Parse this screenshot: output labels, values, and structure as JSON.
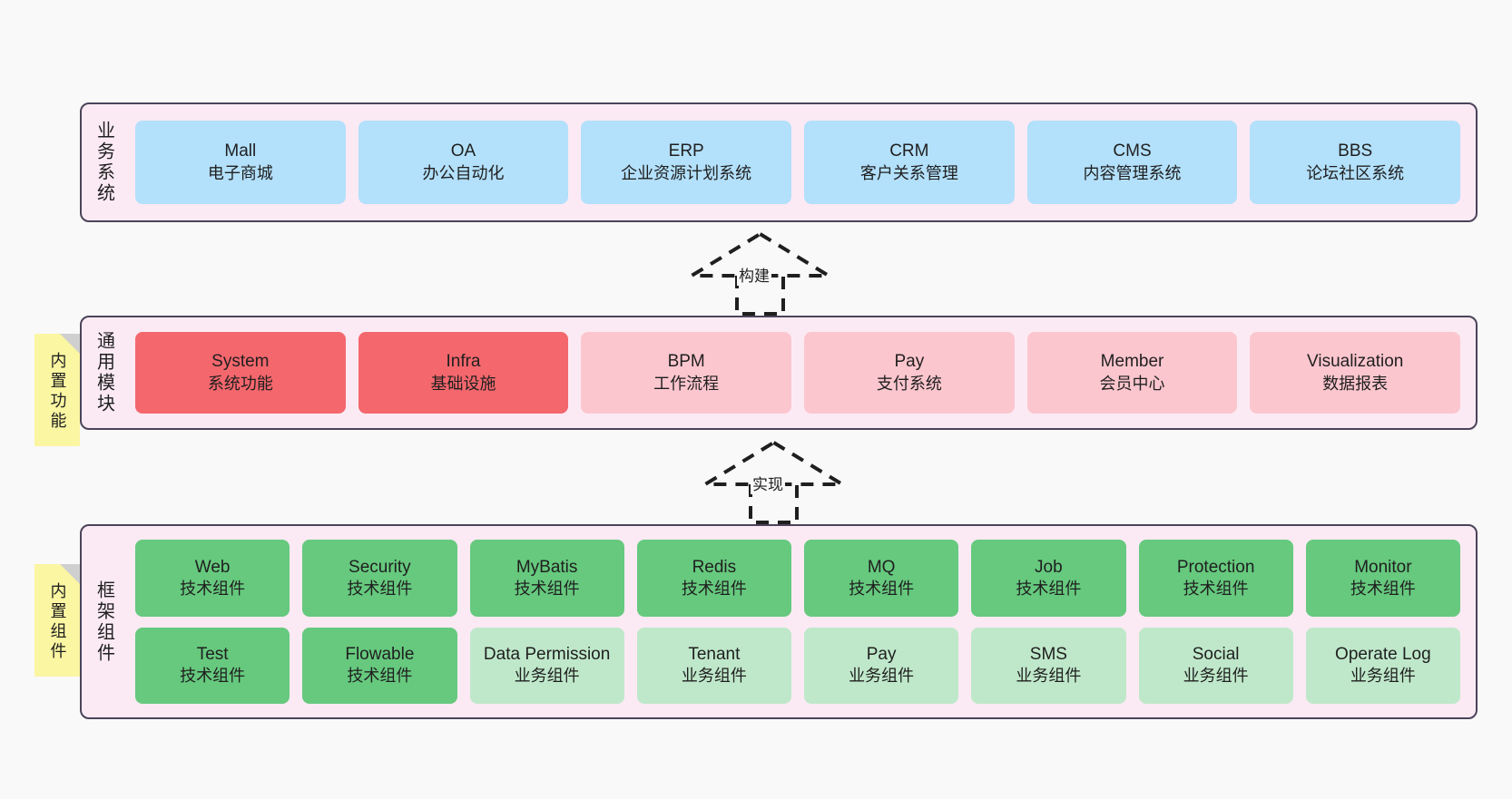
{
  "diagram": {
    "background_color": "#f9f9f9",
    "layer_fill": "#fbeaf4",
    "layer_border": "#4a4459",
    "note_color": "#fbf6a2",
    "colors": {
      "business": "#b3e0fb",
      "core_module": "#f4676d",
      "module": "#fcc6ce",
      "tech_component": "#66c97e",
      "biz_component": "#bfe8ca"
    }
  },
  "layers": [
    {
      "id": "business",
      "title": "业务系统",
      "rows": [
        [
          {
            "title": "Mall",
            "sub": "电子商城",
            "style": "c-blue"
          },
          {
            "title": "OA",
            "sub": "办公自动化",
            "style": "c-blue"
          },
          {
            "title": "ERP",
            "sub": "企业资源计划系统",
            "style": "c-blue"
          },
          {
            "title": "CRM",
            "sub": "客户关系管理",
            "style": "c-blue"
          },
          {
            "title": "CMS",
            "sub": "内容管理系统",
            "style": "c-blue"
          },
          {
            "title": "BBS",
            "sub": "论坛社区系统",
            "style": "c-blue"
          }
        ]
      ]
    },
    {
      "id": "common",
      "title": "通用模块",
      "rows": [
        [
          {
            "title": "System",
            "sub": "系统功能",
            "style": "c-red"
          },
          {
            "title": "Infra",
            "sub": "基础设施",
            "style": "c-red"
          },
          {
            "title": "BPM",
            "sub": "工作流程",
            "style": "c-pink"
          },
          {
            "title": "Pay",
            "sub": "支付系统",
            "style": "c-pink"
          },
          {
            "title": "Member",
            "sub": "会员中心",
            "style": "c-pink"
          },
          {
            "title": "Visualization",
            "sub": "数据报表",
            "style": "c-pink"
          }
        ]
      ]
    },
    {
      "id": "framework",
      "title": "框架组件",
      "rows": [
        [
          {
            "title": "Web",
            "sub": "技术组件",
            "style": "c-green"
          },
          {
            "title": "Security",
            "sub": "技术组件",
            "style": "c-green"
          },
          {
            "title": "MyBatis",
            "sub": "技术组件",
            "style": "c-green"
          },
          {
            "title": "Redis",
            "sub": "技术组件",
            "style": "c-green"
          },
          {
            "title": "MQ",
            "sub": "技术组件",
            "style": "c-green"
          },
          {
            "title": "Job",
            "sub": "技术组件",
            "style": "c-green"
          },
          {
            "title": "Protection",
            "sub": "技术组件",
            "style": "c-green"
          },
          {
            "title": "Monitor",
            "sub": "技术组件",
            "style": "c-green"
          }
        ],
        [
          {
            "title": "Test",
            "sub": "技术组件",
            "style": "c-green"
          },
          {
            "title": "Flowable",
            "sub": "技术组件",
            "style": "c-green"
          },
          {
            "title": "Data Permission",
            "sub": "业务组件",
            "style": "c-lgreen"
          },
          {
            "title": "Tenant",
            "sub": "业务组件",
            "style": "c-lgreen"
          },
          {
            "title": "Pay",
            "sub": "业务组件",
            "style": "c-lgreen"
          },
          {
            "title": "SMS",
            "sub": "业务组件",
            "style": "c-lgreen"
          },
          {
            "title": "Social",
            "sub": "业务组件",
            "style": "c-lgreen"
          },
          {
            "title": "Operate Log",
            "sub": "业务组件",
            "style": "c-lgreen"
          }
        ]
      ]
    }
  ],
  "notes": [
    {
      "id": "note-common",
      "text": "内置功能"
    },
    {
      "id": "note-framework",
      "text": "内置组件"
    }
  ],
  "connectors": [
    {
      "id": "conn-build",
      "label": "构建"
    },
    {
      "id": "conn-impl",
      "label": "实现"
    }
  ]
}
